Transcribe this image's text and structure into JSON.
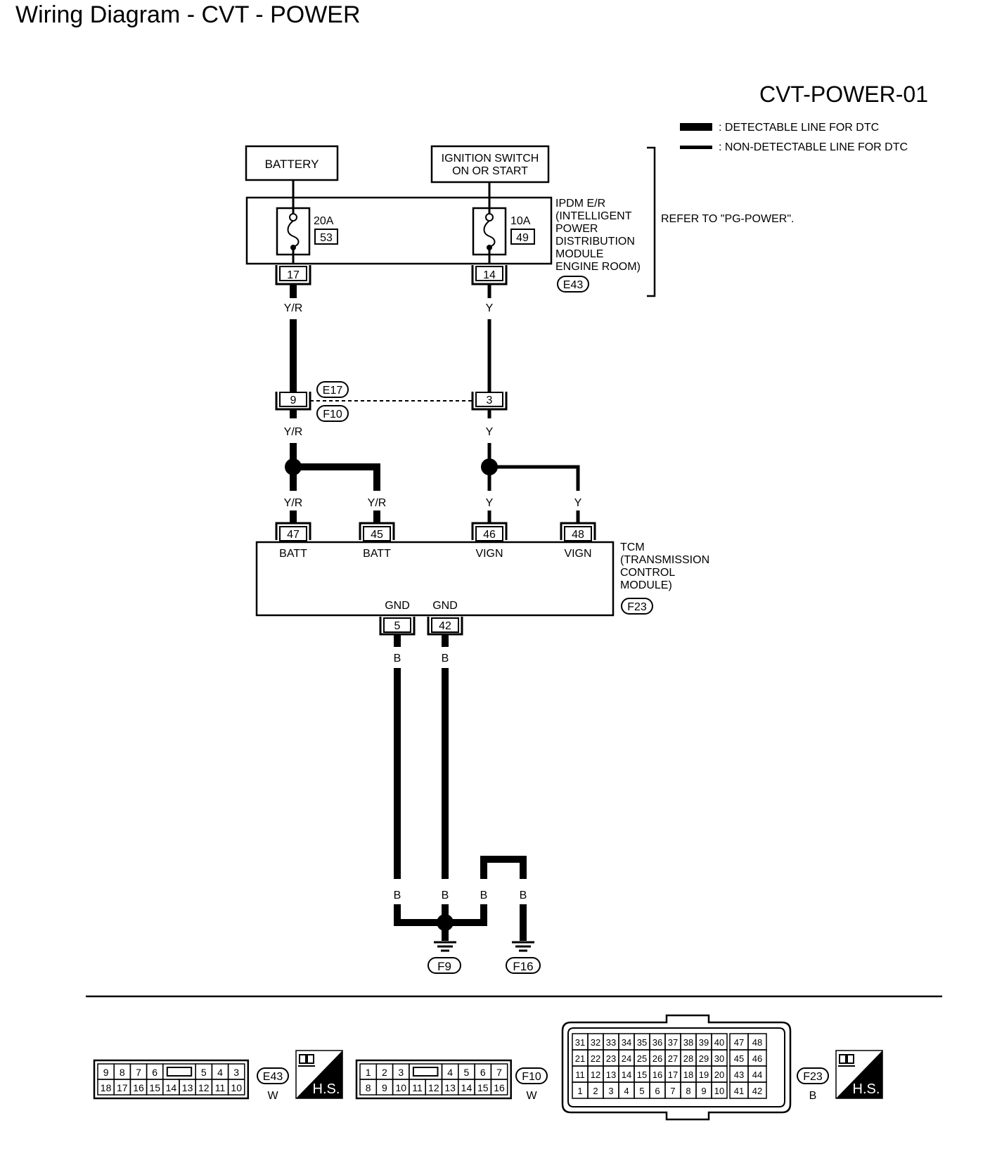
{
  "page_title": "Wiring Diagram - CVT - POWER",
  "diagram_id": "CVT-POWER-01",
  "legend": {
    "detectable": ": DETECTABLE LINE FOR DTC",
    "non_detectable": ": NON-DETECTABLE LINE FOR DTC"
  },
  "sources": {
    "battery": "BATTERY",
    "ignition_line1": "IGNITION SWITCH",
    "ignition_line2": "ON OR START"
  },
  "ipdm": {
    "label_lines": [
      "IPDM E/R",
      "(INTELLIGENT",
      "POWER",
      "DISTRIBUTION",
      "MODULE",
      "ENGINE ROOM)"
    ],
    "connector": "E43",
    "fuse1_rating": "20A",
    "fuse1_number": "53",
    "fuse2_rating": "10A",
    "fuse2_number": "49",
    "pin_left": "17",
    "pin_right": "14",
    "refer_text": "REFER TO \"PG-POWER\"."
  },
  "wires": {
    "yr": "Y/R",
    "y": "Y",
    "b": "B"
  },
  "joint_connectors": {
    "top": "E17",
    "bottom": "F10",
    "pin_left": "9",
    "pin_right": "3"
  },
  "tcm": {
    "label_lines": [
      "TCM",
      "(TRANSMISSION",
      "CONTROL",
      "MODULE)"
    ],
    "connector": "F23",
    "pins": [
      {
        "num": "47",
        "name": "BATT"
      },
      {
        "num": "45",
        "name": "BATT"
      },
      {
        "num": "46",
        "name": "VIGN"
      },
      {
        "num": "48",
        "name": "VIGN"
      }
    ],
    "ground_pins": [
      {
        "num": "5",
        "name": "GND"
      },
      {
        "num": "42",
        "name": "GND"
      }
    ]
  },
  "grounds": [
    "F9",
    "F16"
  ],
  "connectors": {
    "e43": {
      "id": "E43",
      "color": "W",
      "hs": "H.S.",
      "top_row": [
        "9",
        "8",
        "7",
        "6",
        "",
        "5",
        "4",
        "3"
      ],
      "bottom_row": [
        "18",
        "17",
        "16",
        "15",
        "14",
        "13",
        "12",
        "11",
        "10"
      ]
    },
    "f10": {
      "id": "F10",
      "color": "W",
      "top_row": [
        "1",
        "2",
        "3",
        "",
        "4",
        "5",
        "6",
        "7"
      ],
      "bottom_row": [
        "8",
        "9",
        "10",
        "11",
        "12",
        "13",
        "14",
        "15",
        "16"
      ]
    },
    "f23": {
      "id": "F23",
      "color": "B",
      "hs": "H.S.",
      "rows": [
        [
          "31",
          "32",
          "33",
          "34",
          "35",
          "36",
          "37",
          "38",
          "39",
          "40",
          "47",
          "48"
        ],
        [
          "21",
          "22",
          "23",
          "24",
          "25",
          "26",
          "27",
          "28",
          "29",
          "30",
          "45",
          "46"
        ],
        [
          "11",
          "12",
          "13",
          "14",
          "15",
          "16",
          "17",
          "18",
          "19",
          "20",
          "43",
          "44"
        ],
        [
          "1",
          "2",
          "3",
          "4",
          "5",
          "6",
          "7",
          "8",
          "9",
          "10",
          "41",
          "42"
        ]
      ]
    }
  }
}
